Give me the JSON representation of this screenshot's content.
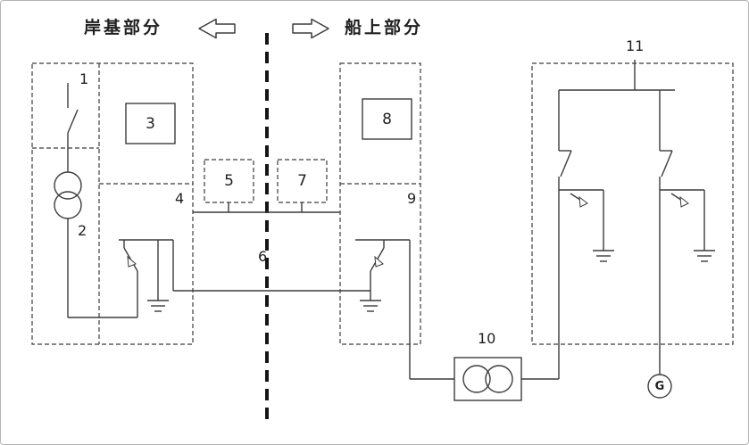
{
  "diagram": {
    "regions": {
      "shore": {
        "label": "岸基部分"
      },
      "ship": {
        "label": "船上部分"
      }
    },
    "components": {
      "c1": {
        "label": "1"
      },
      "c2": {
        "label": "2"
      },
      "c3": {
        "label": "3"
      },
      "c4": {
        "label": "4"
      },
      "c5": {
        "label": "5"
      },
      "c6": {
        "label": "6"
      },
      "c7": {
        "label": "7"
      },
      "c8": {
        "label": "8"
      },
      "c9": {
        "label": "9"
      },
      "c10": {
        "label": "10"
      },
      "c11": {
        "label": "11"
      }
    },
    "generator": {
      "label": "G"
    }
  },
  "colors": {
    "line": "#3c3c3c",
    "text": "#1f1f1f",
    "background": "#ffffff",
    "frame_border": "#b3b3b3"
  }
}
